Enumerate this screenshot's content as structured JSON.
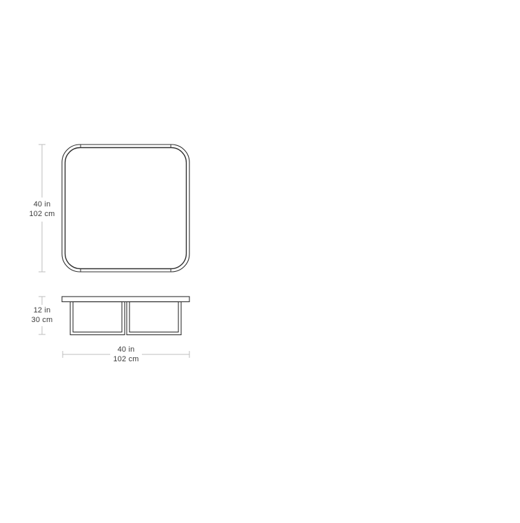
{
  "dimensions": {
    "top_depth": {
      "imperial": "40 in",
      "metric": "102 cm"
    },
    "height": {
      "imperial": "12 in",
      "metric": "30 cm"
    },
    "width": {
      "imperial": "40 in",
      "metric": "102 cm"
    }
  },
  "colors": {
    "drawing_line": "#2e2e2e",
    "dimension_line": "#bdbdbd",
    "label_text": "#3a3a3a"
  }
}
